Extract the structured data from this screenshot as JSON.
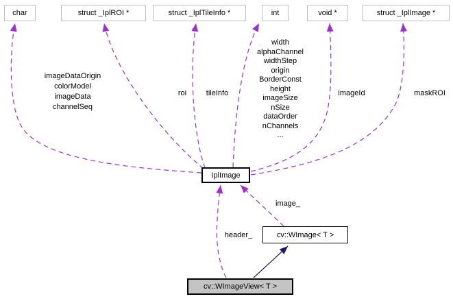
{
  "nodes": {
    "char": "char",
    "ipl_roi": "struct _IplROI *",
    "ipl_tileinfo": "struct _IplTileInfo *",
    "int": "int",
    "void_ptr": "void *",
    "ipl_image_ptr": "struct _IplImage *",
    "ipl_image": "IplImage",
    "wimage": "cv::WImage< T >",
    "wimageview": "cv::WImageView< T >"
  },
  "edge_labels": {
    "char_members": [
      "imageDataOrigin",
      "colorModel",
      "imageData",
      "channelSeq"
    ],
    "roi": "roi",
    "tileinfo": "tileInfo",
    "int_members": [
      "width",
      "alphaChannel",
      "widthStep",
      "origin",
      "BorderConst",
      "height",
      "imageSize",
      "nSize",
      "dataOrder",
      "nChannels",
      "..."
    ],
    "imageid": "imageId",
    "maskroi": "maskROI",
    "image": "image_",
    "header": "header_"
  },
  "colors": {
    "usage_edge": "#9a32cd",
    "inheritance_edge": "#191970",
    "external_node_border": "#bfbfbf",
    "documented_node_border": "#000000",
    "current_node_fill": "#c4c4c4",
    "background": "#ffffff",
    "text": "#000000"
  }
}
